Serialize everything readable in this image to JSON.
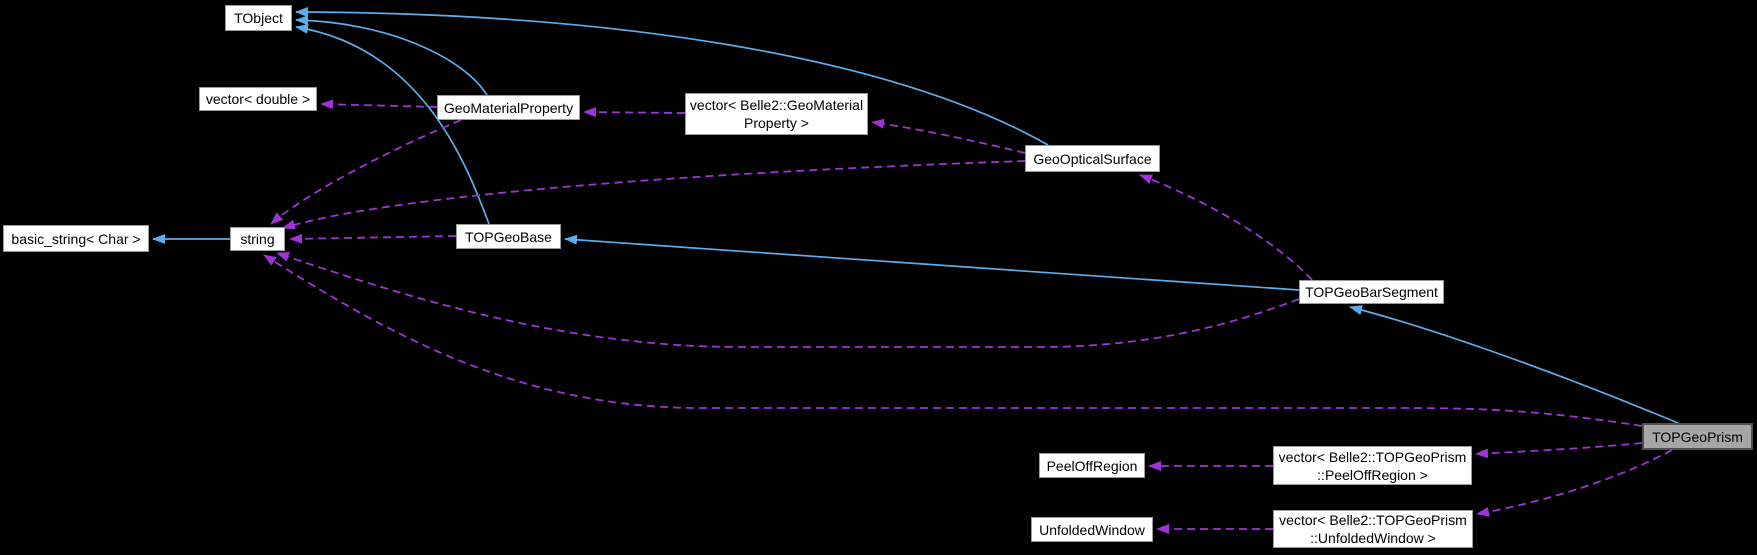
{
  "diagram": {
    "kind": "class-collaboration-graph",
    "colors": {
      "background": "#000000",
      "inheritance_edge": "#5cacee",
      "usage_edge": "#9e34d6",
      "node_fill": "#ffffff",
      "node_border": "#9a9a9a",
      "node_text": "#000000",
      "highlight_fill": "#a6a6a6",
      "highlight_border": "#4f4f4f"
    },
    "nodes": [
      {
        "id": "tobject",
        "label": "TObject",
        "highlight": false
      },
      {
        "id": "vector_double",
        "label": "vector< double >",
        "highlight": false
      },
      {
        "id": "geo_material_property",
        "label": "GeoMaterialProperty",
        "highlight": false
      },
      {
        "id": "vector_geo_material_property",
        "label": "vector< Belle2::GeoMaterial\nProperty >",
        "highlight": false
      },
      {
        "id": "geo_optical_surface",
        "label": "GeoOpticalSurface",
        "highlight": false
      },
      {
        "id": "basic_string",
        "label": "basic_string< Char >",
        "highlight": false
      },
      {
        "id": "string",
        "label": "string",
        "highlight": false
      },
      {
        "id": "top_geo_base",
        "label": "TOPGeoBase",
        "highlight": false
      },
      {
        "id": "top_geo_bar_segment",
        "label": "TOPGeoBarSegment",
        "highlight": false
      },
      {
        "id": "top_geo_prism",
        "label": "TOPGeoPrism",
        "highlight": true
      },
      {
        "id": "peel_off_region",
        "label": "PeelOffRegion",
        "highlight": false
      },
      {
        "id": "vector_peel_off_region",
        "label": "vector< Belle2::TOPGeoPrism\n::PeelOffRegion >",
        "highlight": false
      },
      {
        "id": "unfolded_window",
        "label": "UnfoldedWindow",
        "highlight": false
      },
      {
        "id": "vector_unfolded_window",
        "label": "vector< Belle2::TOPGeoPrism\n::UnfoldedWindow >",
        "highlight": false
      }
    ],
    "edges": [
      {
        "from": "string",
        "to": "basic_string",
        "relation": "inherits"
      },
      {
        "from": "geo_material_property",
        "to": "tobject",
        "relation": "inherits"
      },
      {
        "from": "top_geo_base",
        "to": "tobject",
        "relation": "inherits"
      },
      {
        "from": "geo_optical_surface",
        "to": "tobject",
        "relation": "inherits"
      },
      {
        "from": "top_geo_bar_segment",
        "to": "top_geo_base",
        "relation": "inherits"
      },
      {
        "from": "top_geo_prism",
        "to": "top_geo_bar_segment",
        "relation": "inherits"
      },
      {
        "from": "geo_material_property",
        "to": "vector_double",
        "relation": "uses"
      },
      {
        "from": "vector_geo_material_property",
        "to": "geo_material_property",
        "relation": "uses"
      },
      {
        "from": "geo_material_property",
        "to": "string",
        "relation": "uses"
      },
      {
        "from": "geo_optical_surface",
        "to": "vector_geo_material_property",
        "relation": "uses"
      },
      {
        "from": "geo_optical_surface",
        "to": "string",
        "relation": "uses"
      },
      {
        "from": "top_geo_base",
        "to": "string",
        "relation": "uses"
      },
      {
        "from": "top_geo_bar_segment",
        "to": "geo_optical_surface",
        "relation": "uses"
      },
      {
        "from": "top_geo_bar_segment",
        "to": "string",
        "relation": "uses"
      },
      {
        "from": "top_geo_prism",
        "to": "string",
        "relation": "uses"
      },
      {
        "from": "top_geo_prism",
        "to": "vector_peel_off_region",
        "relation": "uses"
      },
      {
        "from": "vector_peel_off_region",
        "to": "peel_off_region",
        "relation": "uses"
      },
      {
        "from": "top_geo_prism",
        "to": "vector_unfolded_window",
        "relation": "uses"
      },
      {
        "from": "vector_unfolded_window",
        "to": "unfolded_window",
        "relation": "uses"
      }
    ]
  }
}
